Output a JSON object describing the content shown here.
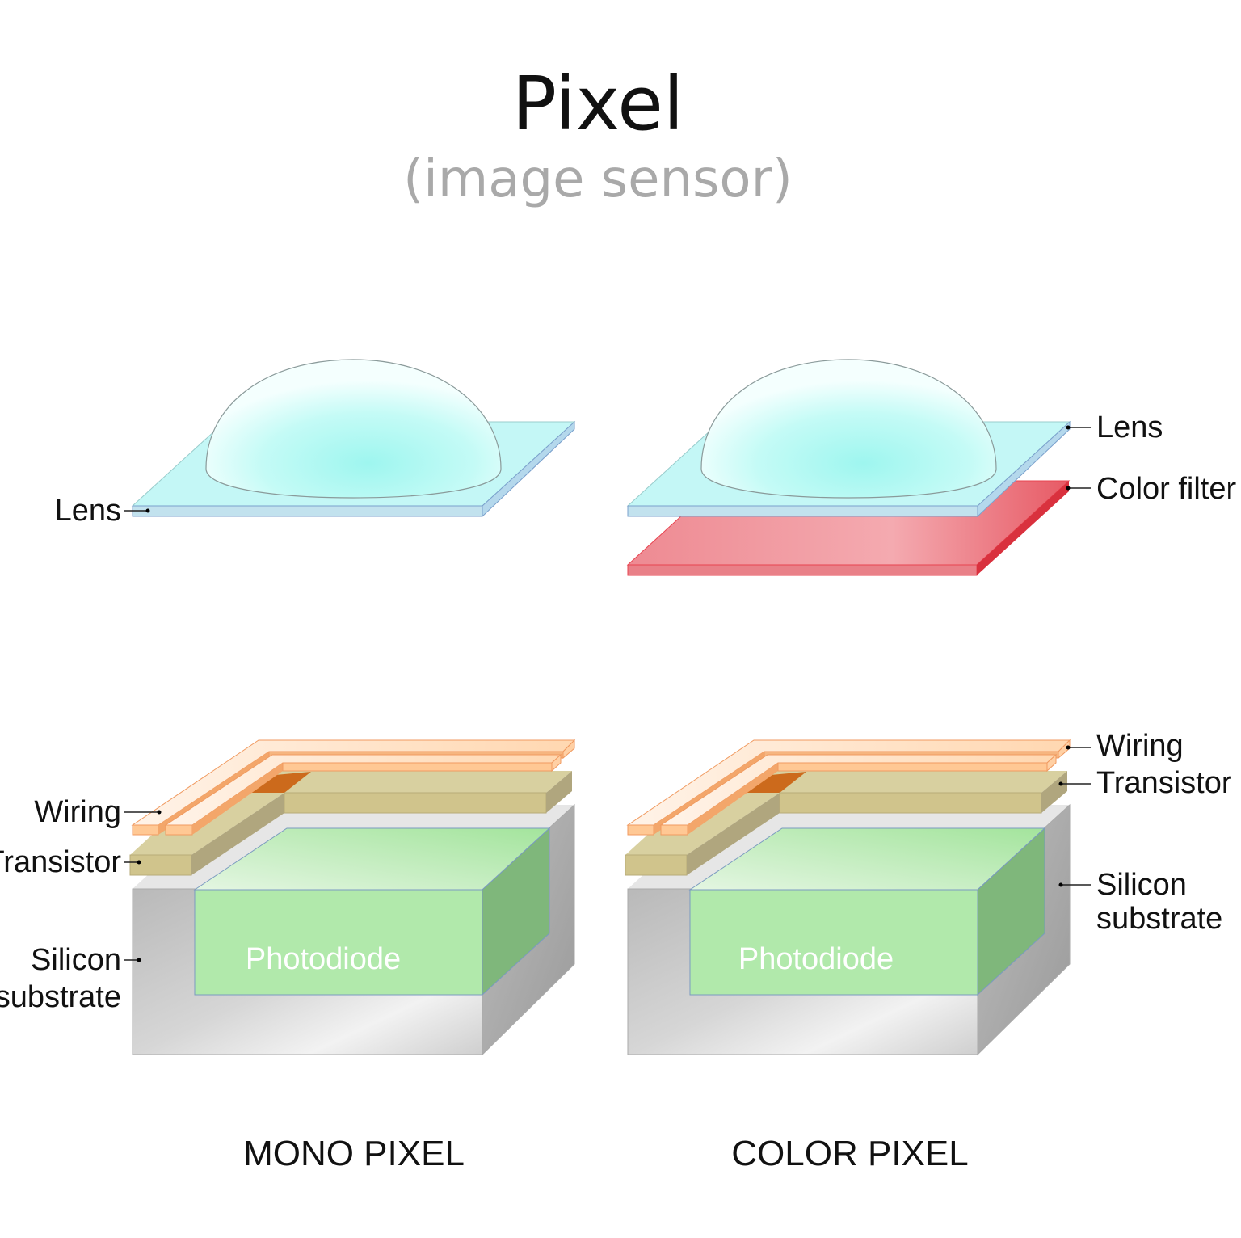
{
  "title": "Pixel",
  "subtitle": "(image sensor)",
  "mono": {
    "caption": "MONO PIXEL",
    "photodiode": "Photodiode",
    "labels": {
      "lens": "Lens",
      "wiring": "Wiring",
      "transistor": "Transistor",
      "silicon_1": "Silicon",
      "silicon_2": "substrate"
    }
  },
  "color": {
    "caption": "COLOR PIXEL",
    "photodiode": "Photodiode",
    "labels": {
      "lens": "Lens",
      "color_filter": "Color filter",
      "wiring": "Wiring",
      "transistor": "Transistor",
      "silicon_1": "Silicon",
      "silicon_2": "substrate"
    }
  },
  "colors": {
    "lens": "#bdeff0",
    "color_filter": "#e8434f",
    "photodiode": "#b1e9ab",
    "transistor": "#d0c48c",
    "wiring": "#ffc894",
    "substrate": "#c8c8c8"
  }
}
